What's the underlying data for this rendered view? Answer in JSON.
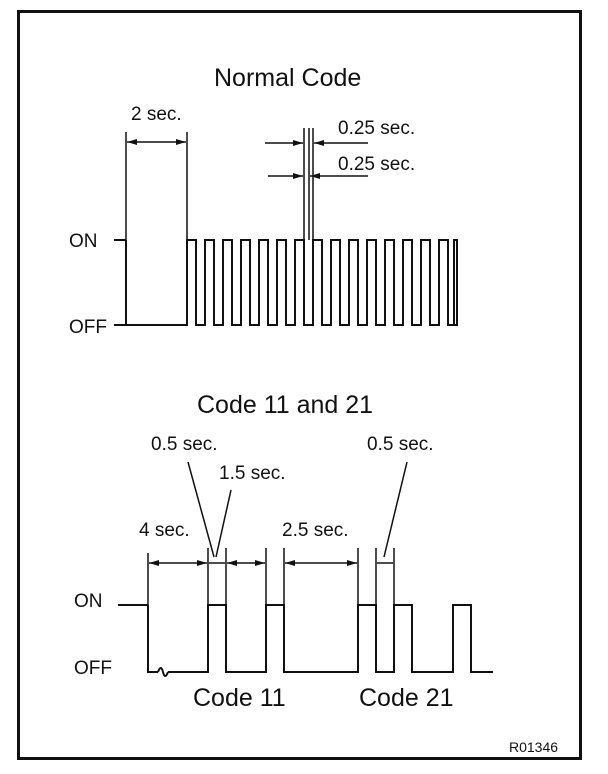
{
  "normal_code": {
    "title": "Normal Code",
    "on_label": "ON",
    "off_label": "OFF",
    "dim_initial": "2 sec.",
    "dim_on": "0.25 sec.",
    "dim_off": "0.25 sec."
  },
  "code_11_21": {
    "title": "Code 11 and 21",
    "on_label": "ON",
    "off_label": "OFF",
    "dim_initial": "4 sec.",
    "dim_pulse_a": "0.5 sec.",
    "dim_gap_in_code": "1.5 sec.",
    "dim_between_codes": "2.5 sec.",
    "dim_pulse_b": "0.5 sec.",
    "code_a_label": "Code 11",
    "code_b_label": "Code 21"
  },
  "figure_ref": "R01346",
  "colors": {
    "line": "#111111",
    "background": "#ffffff"
  }
}
